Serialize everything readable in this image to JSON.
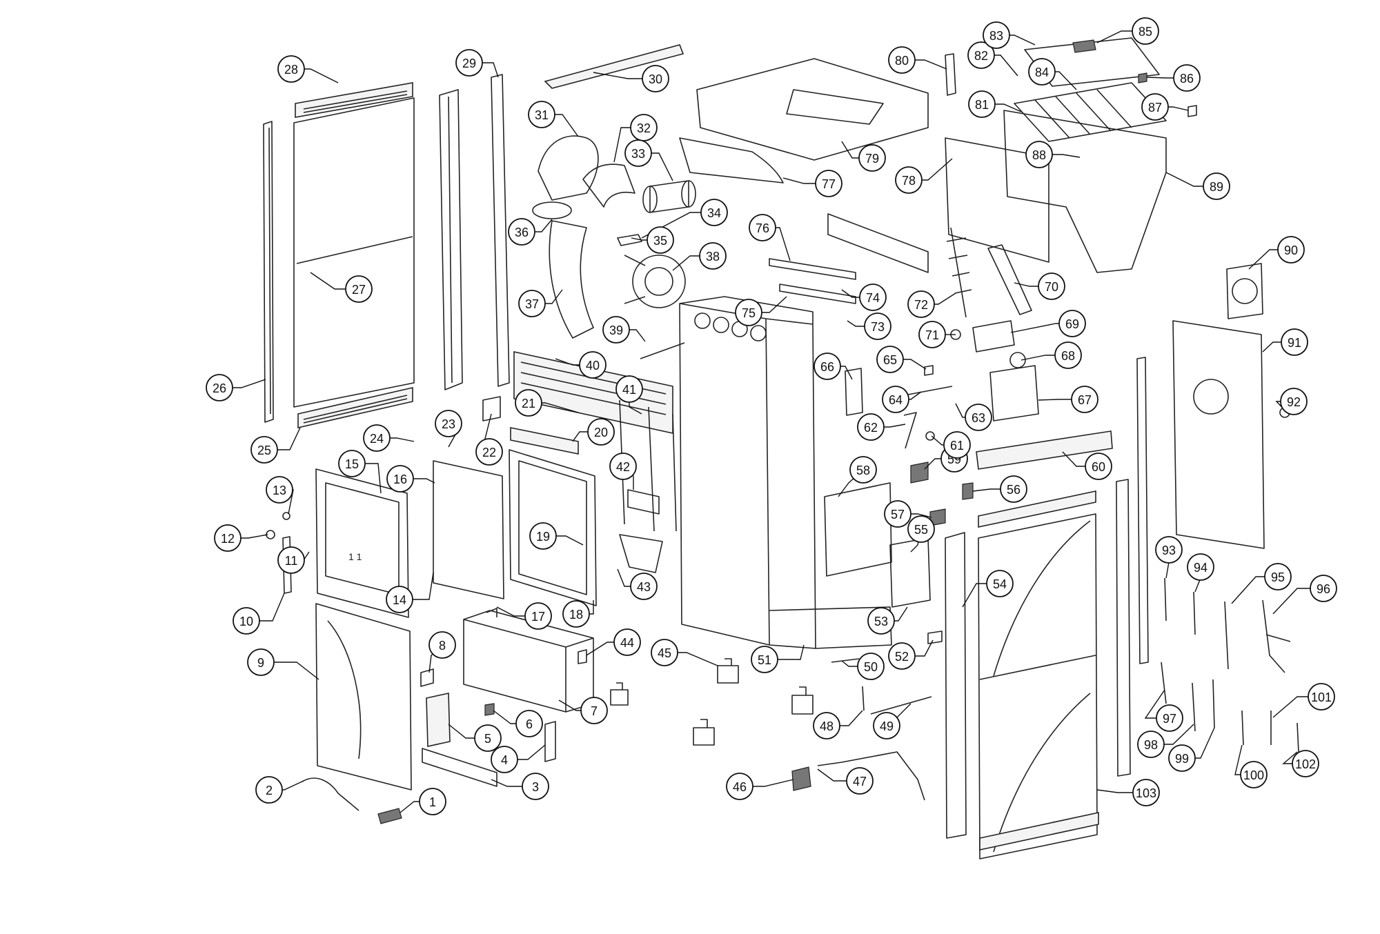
{
  "diagram": {
    "callouts": [
      "1",
      "2",
      "3",
      "4",
      "5",
      "6",
      "7",
      "8",
      "9",
      "10",
      "11",
      "12",
      "13",
      "14",
      "15",
      "16",
      "17",
      "18",
      "19",
      "20",
      "21",
      "22",
      "23",
      "24",
      "25",
      "26",
      "27",
      "28",
      "29",
      "30",
      "31",
      "32",
      "33",
      "34",
      "35",
      "36",
      "37",
      "38",
      "39",
      "40",
      "41",
      "42",
      "43",
      "44",
      "45",
      "46",
      "47",
      "48",
      "49",
      "50",
      "51",
      "52",
      "53",
      "54",
      "55",
      "56",
      "57",
      "58",
      "59",
      "60",
      "61",
      "62",
      "63",
      "64",
      "65",
      "66",
      "67",
      "68",
      "69",
      "70",
      "71",
      "72",
      "73",
      "74",
      "75",
      "76",
      "77",
      "78",
      "79",
      "80",
      "81",
      "82",
      "83",
      "84",
      "85",
      "86",
      "87",
      "88",
      "89",
      "90",
      "91",
      "92",
      "93",
      "94",
      "95",
      "96",
      "97",
      "98",
      "99",
      "100",
      "101",
      "102",
      "103"
    ],
    "stray_label": "1 1"
  }
}
